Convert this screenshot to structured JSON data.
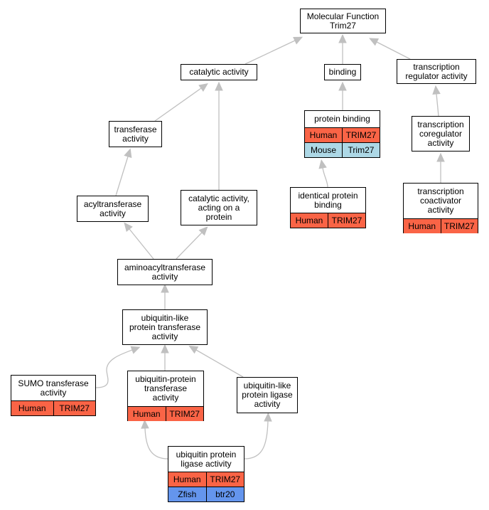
{
  "colors": {
    "Human": "#fa6446",
    "Mouse": "#add8e6",
    "Zfish": "#6495ed",
    "edge": "#c0c0c0"
  },
  "nodes": [
    {
      "id": "mf",
      "label": "Molecular Function\nTrim27",
      "genes": []
    },
    {
      "id": "catalytic",
      "label": "catalytic activity",
      "genes": []
    },
    {
      "id": "binding",
      "label": "binding",
      "genes": []
    },
    {
      "id": "txreg",
      "label": "transcription\nregulator activity",
      "genes": []
    },
    {
      "id": "transferase",
      "label": "transferase\nactivity",
      "genes": []
    },
    {
      "id": "protbinding",
      "label": "protein binding",
      "genes": [
        {
          "species": "Human",
          "gene": "TRIM27"
        },
        {
          "species": "Mouse",
          "gene": "Trim27"
        }
      ]
    },
    {
      "id": "coreg",
      "label": "transcription\ncoregulator\nactivity",
      "genes": []
    },
    {
      "id": "acyl",
      "label": "acyltransferase\nactivity",
      "genes": []
    },
    {
      "id": "catprot",
      "label": "catalytic activity,\nacting on a\nprotein",
      "genes": []
    },
    {
      "id": "identical",
      "label": "identical protein\nbinding",
      "genes": [
        {
          "species": "Human",
          "gene": "TRIM27"
        }
      ]
    },
    {
      "id": "coact",
      "label": "transcription\ncoactivator\nactivity",
      "genes": [
        {
          "species": "Human",
          "gene": "TRIM27"
        }
      ]
    },
    {
      "id": "aminoacyl",
      "label": "aminoacyltransferase\nactivity",
      "genes": []
    },
    {
      "id": "ubllike",
      "label": "ubiquitin-like\nprotein transferase\nactivity",
      "genes": []
    },
    {
      "id": "sumo",
      "label": "SUMO transferase\nactivity",
      "genes": [
        {
          "species": "Human",
          "gene": "TRIM27"
        }
      ]
    },
    {
      "id": "ubprot",
      "label": "ubiquitin-protein\ntransferase\nactivity",
      "genes": [
        {
          "species": "Human",
          "gene": "TRIM27"
        }
      ]
    },
    {
      "id": "ubllig",
      "label": "ubiquitin-like\nprotein ligase\nactivity",
      "genes": []
    },
    {
      "id": "ubplig",
      "label": "ubiquitin protein\nligase activity",
      "genes": [
        {
          "species": "Human",
          "gene": "TRIM27"
        },
        {
          "species": "Zfish",
          "gene": "btr20"
        }
      ]
    }
  ],
  "edges": [
    {
      "from": "catalytic",
      "to": "mf"
    },
    {
      "from": "binding",
      "to": "mf"
    },
    {
      "from": "txreg",
      "to": "mf"
    },
    {
      "from": "transferase",
      "to": "catalytic"
    },
    {
      "from": "catprot",
      "to": "catalytic"
    },
    {
      "from": "protbinding",
      "to": "binding"
    },
    {
      "from": "coreg",
      "to": "txreg"
    },
    {
      "from": "acyl",
      "to": "transferase"
    },
    {
      "from": "identical",
      "to": "protbinding"
    },
    {
      "from": "coact",
      "to": "coreg"
    },
    {
      "from": "aminoacyl",
      "to": "acyl"
    },
    {
      "from": "aminoacyl",
      "to": "catprot"
    },
    {
      "from": "ubllike",
      "to": "aminoacyl"
    },
    {
      "from": "sumo",
      "to": "ubllike"
    },
    {
      "from": "ubprot",
      "to": "ubllike"
    },
    {
      "from": "ubllig",
      "to": "ubllike"
    },
    {
      "from": "ubplig",
      "to": "ubprot"
    },
    {
      "from": "ubplig",
      "to": "ubllig"
    }
  ]
}
